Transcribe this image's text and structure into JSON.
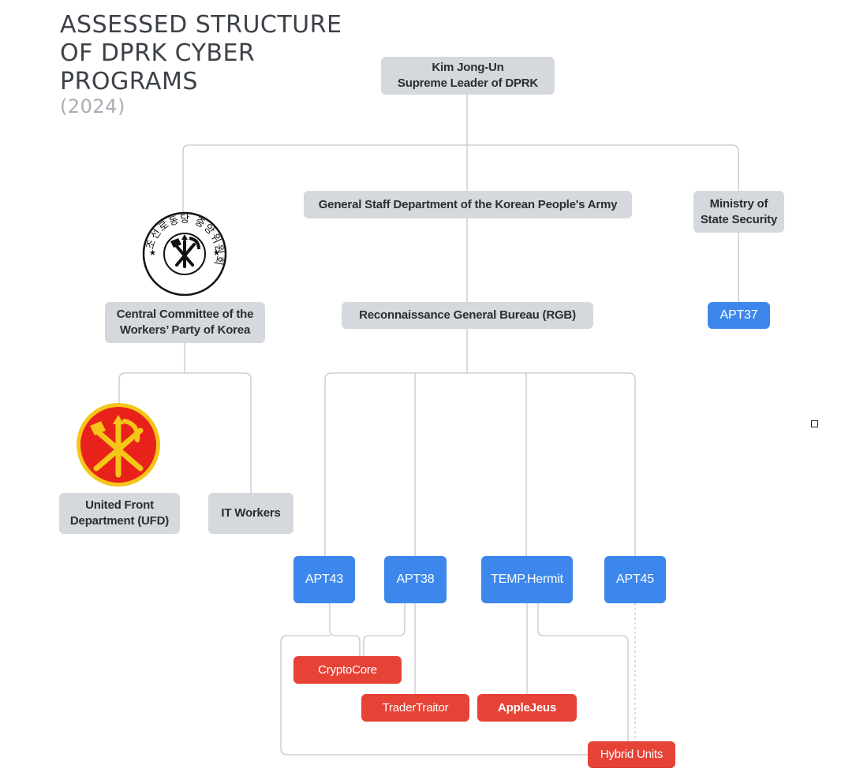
{
  "title": {
    "lines": [
      "ASSESSED STRUCTURE",
      "OF DPRK CYBER",
      "PROGRAMS"
    ],
    "year": "(2024)"
  },
  "nodes": {
    "kim": [
      "Kim Jong-Un",
      "Supreme Leader of DPRK"
    ],
    "gsd": "General Staff Department of the Korean People's Army",
    "mss": [
      "Ministry of",
      "State Security"
    ],
    "ccwpk": [
      "Central Committee of the",
      "Workers’ Party of Korea"
    ],
    "rgb": "Reconnaissance General Bureau (RGB)",
    "apt37": "APT37",
    "ufd": [
      "United Front",
      "Department (UFD)"
    ],
    "it_workers": "IT Workers",
    "apt43": "APT43",
    "apt38": "APT38",
    "temp_hermit": "TEMP.Hermit",
    "apt45": "APT45",
    "cryptocore": "CryptoCore",
    "tradertraitor": "TraderTraitor",
    "applejeus": "AppleJeus",
    "hybrid_units": "Hybrid Units"
  },
  "emblems": {
    "seal_icon": "central-committee-seal",
    "seal_text": "조선로동당 중앙위원회",
    "ufd_icon": "workers-party-emblem"
  },
  "colors": {
    "leadership": "#d5d8dc",
    "cyber_group": "#3d87ec",
    "sub_cluster": "#e64236",
    "connector": "#c3c6ca",
    "emblem_red": "#e8221b",
    "emblem_gold": "#f5c518"
  }
}
